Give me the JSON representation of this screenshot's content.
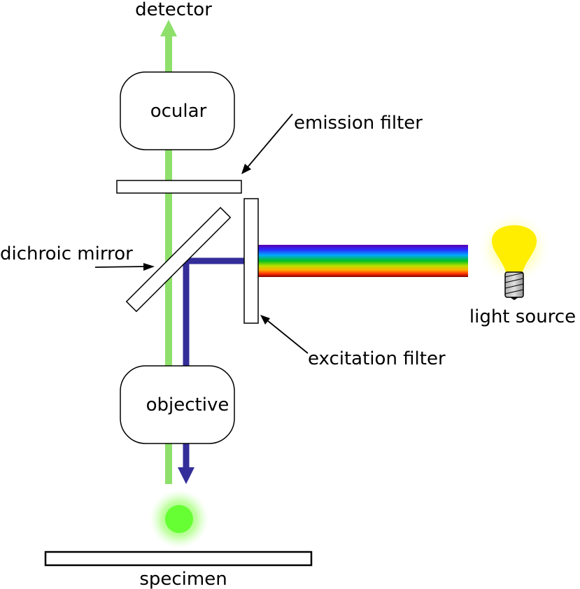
{
  "labels": {
    "detector": "detector",
    "ocular": "ocular",
    "emission_filter": "emission filter",
    "dichroic_mirror": "dichroic mirror",
    "light_source": "light source",
    "excitation_filter": "excitation filter",
    "objective": "objective",
    "specimen": "specimen"
  },
  "colors": {
    "emission_light": "#8ee06b",
    "excitation_light": "#332e99",
    "specimen_glow": "#66ff33",
    "bulb_yellow": "#ffee00",
    "outline": "#000000"
  }
}
